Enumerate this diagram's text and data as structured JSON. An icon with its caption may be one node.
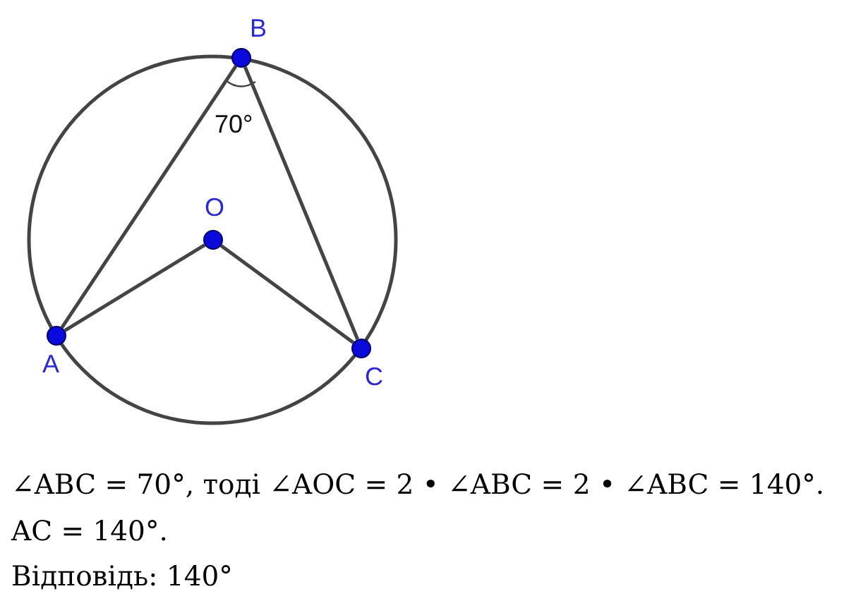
{
  "diagram": {
    "nodes": [
      {
        "text": [
          "B"
        ]
      },
      {
        "text": [
          "O"
        ]
      },
      {
        "text": [
          "A"
        ]
      },
      {
        "text": [
          "C"
        ]
      }
    ],
    "edges": [
      {
        "from": 0,
        "to": 2,
        "arrow": "none"
      },
      {
        "from": 0,
        "to": 3,
        "arrow": "none"
      },
      {
        "from": 1,
        "to": 2,
        "arrow": "none"
      },
      {
        "from": 1,
        "to": 3,
        "arrow": "none"
      }
    ],
    "labels": [
      "70°",
      "∠ABC = 70°, тоді ∠AOC = 2 • ∠ABC = 2 • ∠ABC = 140°.",
      "AC = 140°.",
      "Відповідь: 140°"
    ]
  }
}
